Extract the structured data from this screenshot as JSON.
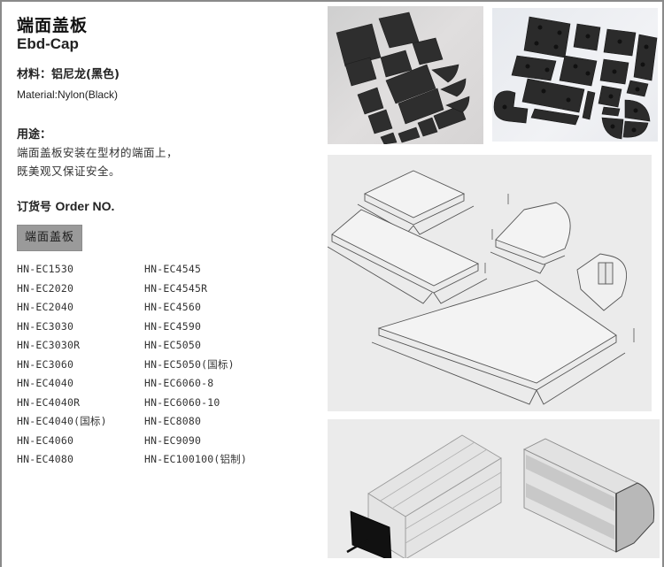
{
  "product": {
    "title_cn": "端面盖板",
    "title_en": "Ebd-Cap"
  },
  "material": {
    "label_cn": "材料：铝尼龙(黑色)",
    "label_en": "Material:Nylon(Black)"
  },
  "usage": {
    "label": "用途：",
    "lines": [
      "端面盖板安装在型材的端面上，",
      "既美观又保证安全。"
    ]
  },
  "order": {
    "label_cn": "订货号",
    "label_en": "Order NO.",
    "category_button": "端面盖板",
    "codes_left": [
      "HN-EC1530",
      "HN-EC2020",
      "HN-EC2040",
      "HN-EC3030",
      "HN-EC3030R",
      "HN-EC3060",
      "HN-EC4040",
      "HN-EC4040R",
      "HN-EC4040(国标)",
      "HN-EC4060",
      "HN-EC4080"
    ],
    "codes_right": [
      "HN-EC4545",
      "HN-EC4545R",
      "HN-EC4560",
      "HN-EC4590",
      "HN-EC5050",
      "HN-EC5050(国标)",
      "HN-EC6060-8",
      "HN-EC6060-10",
      "HN-EC8080",
      "HN-EC9090",
      "HN-EC100100(铝制)"
    ]
  },
  "colors": {
    "border": "#8a8a8a",
    "button_bg": "#9a9a9a",
    "panel_bg": "#ebebeb",
    "cap_black": "#2b2b2b"
  }
}
